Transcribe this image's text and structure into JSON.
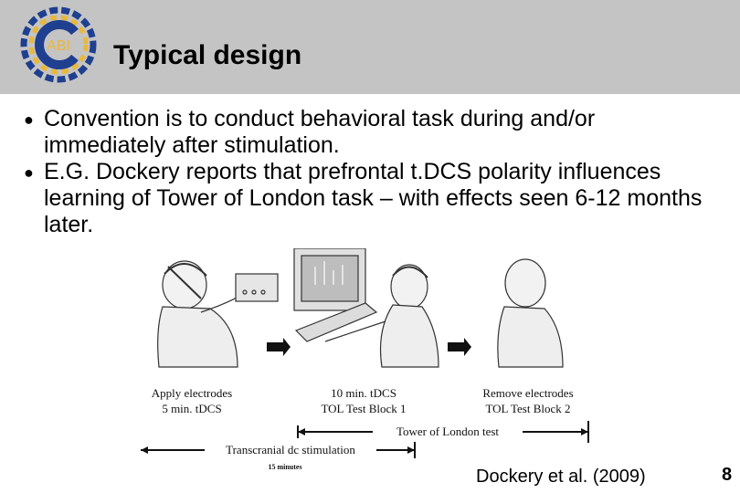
{
  "slide": {
    "title": "Typical design",
    "logo_text": "ABI",
    "bullets": [
      "Convention is to conduct behavioral task during and/or immediately after stimulation.",
      "E.G. Dockery reports that prefrontal t.DCS polarity influences learning of Tower of London task – with effects seen 6-12 months later."
    ],
    "citation": "Dockery et al. (2009)",
    "page_number": "8"
  },
  "figure": {
    "steps": [
      {
        "line1": "Apply electrodes",
        "line2": "5 min. tDCS"
      },
      {
        "line1": "10 min. tDCS",
        "line2": "TOL Test Block 1"
      },
      {
        "line1": "Remove electrodes",
        "line2": "TOL Test Block 2"
      }
    ],
    "timeline_tol": "Tower of London test",
    "timeline_tdcs": "Transcranial dc stimulation",
    "timeline_tdcs_duration": "15 minutes"
  },
  "colors": {
    "header_bg": "#c4c4c4",
    "logo_blue": "#1f3f8f",
    "logo_gold": "#e8b83a"
  }
}
